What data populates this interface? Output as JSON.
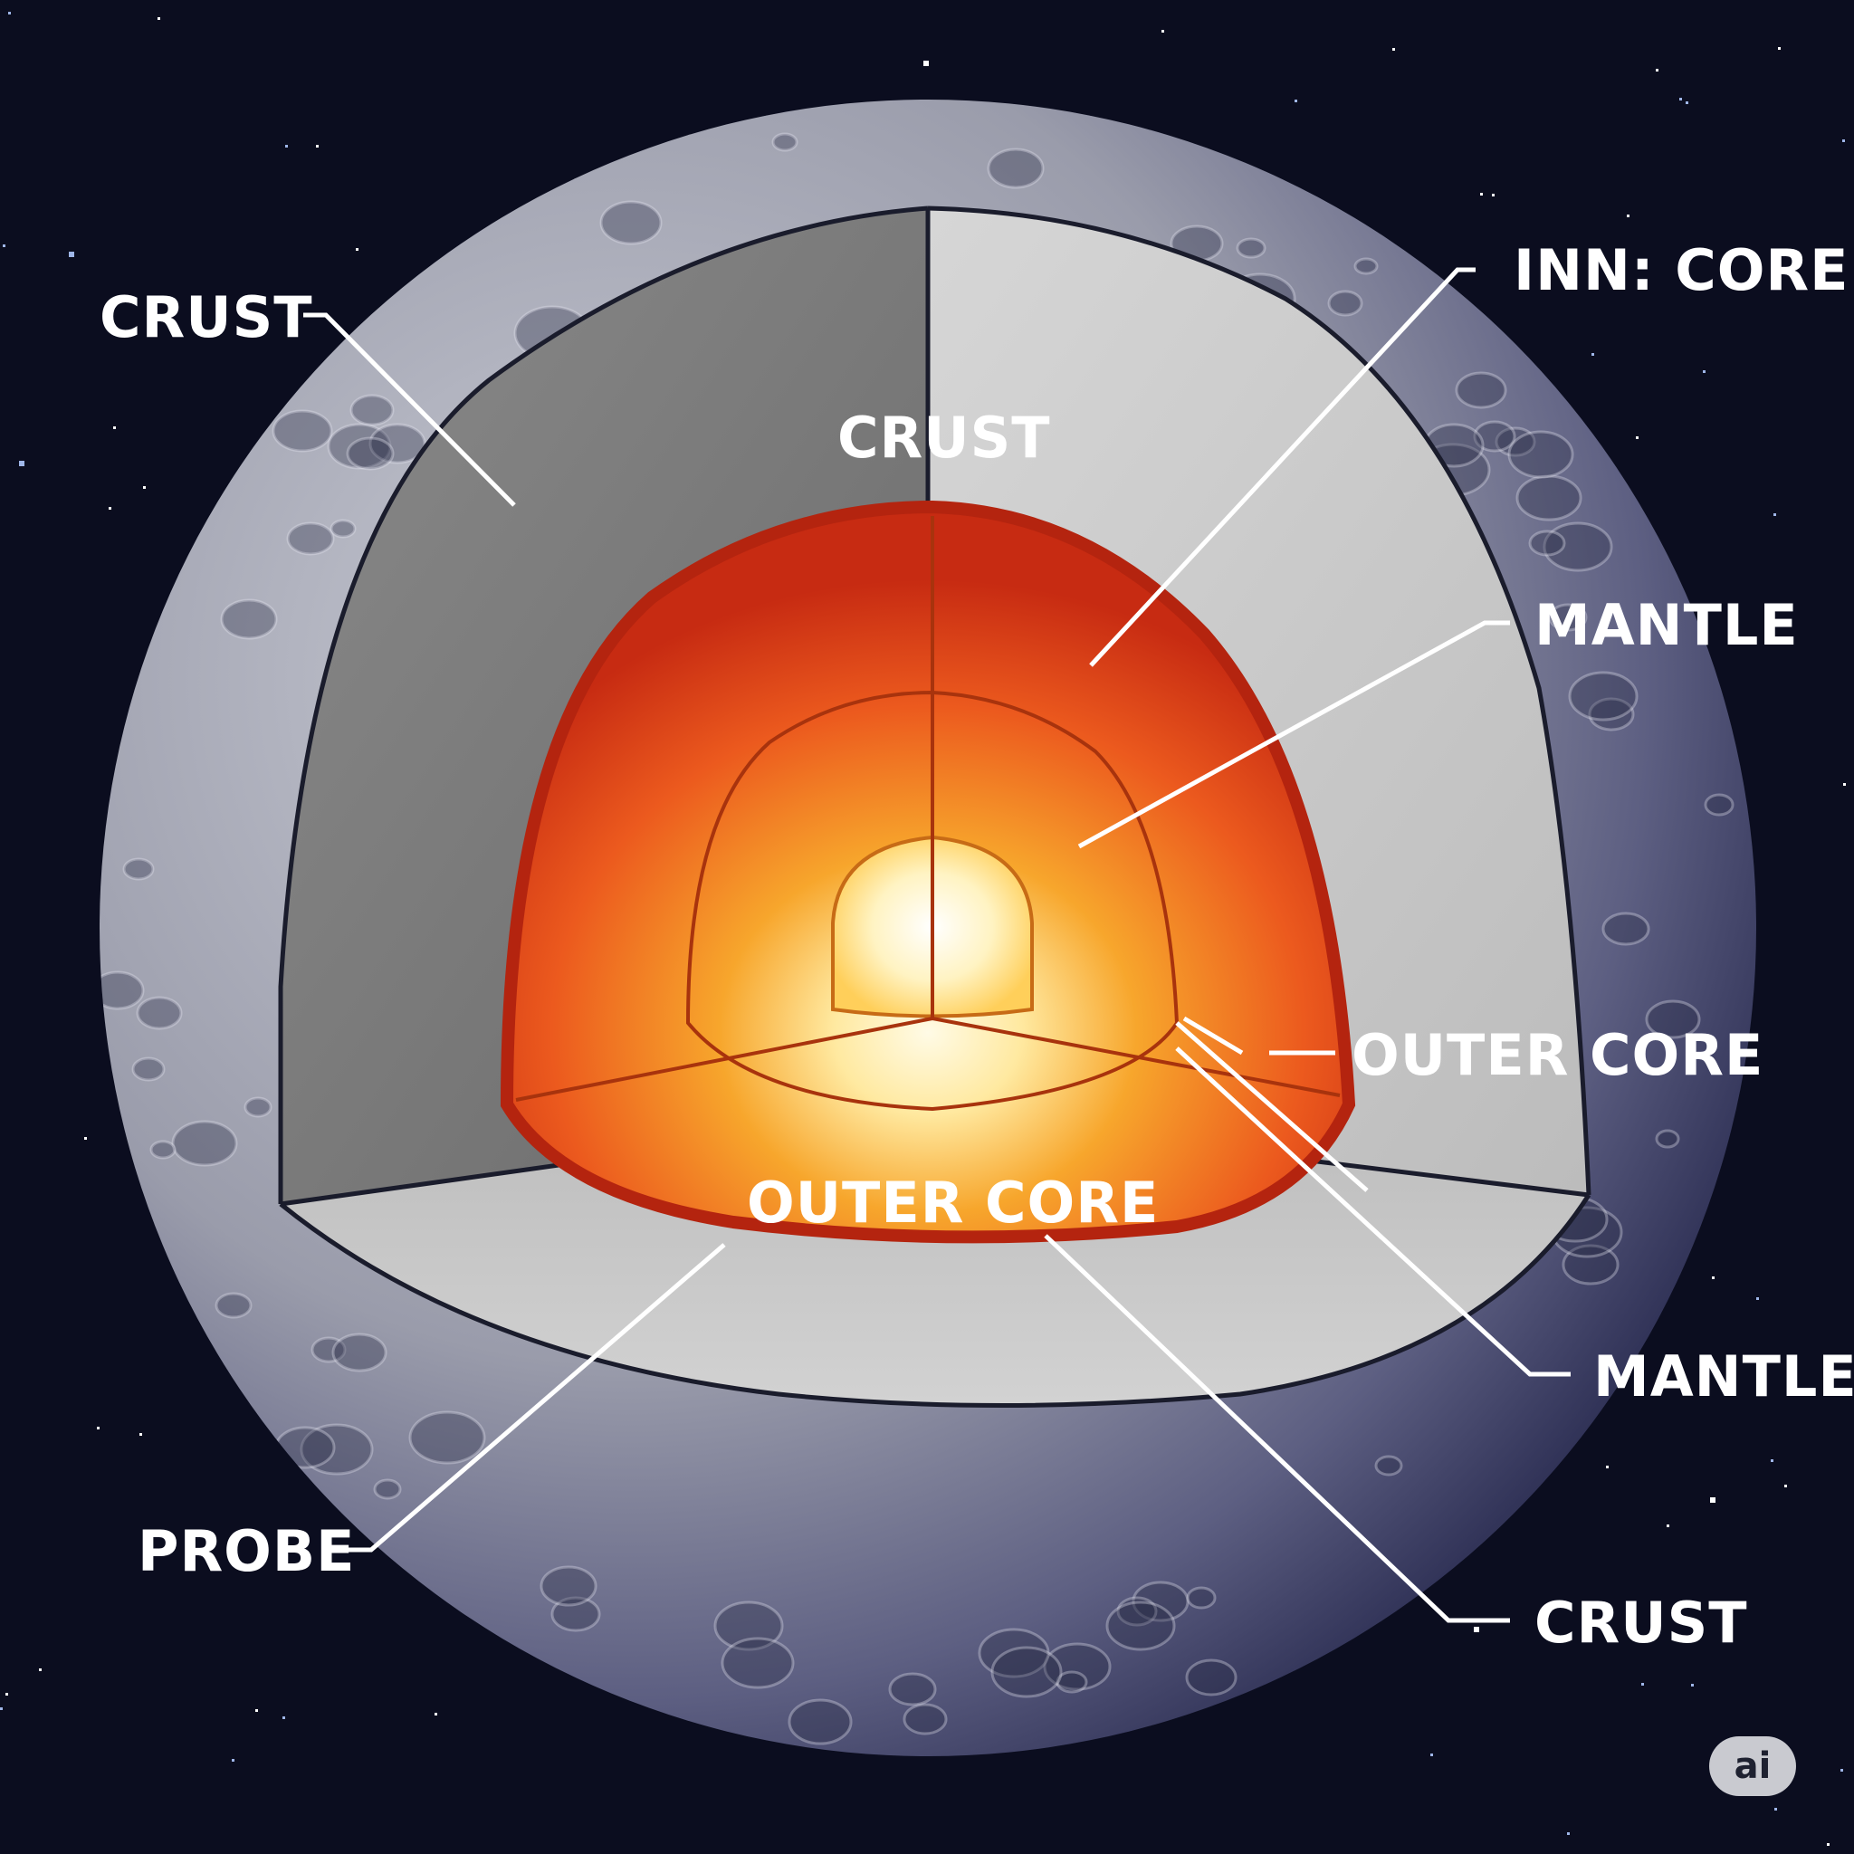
{
  "labels": {
    "crust_top_left": "CRUST",
    "crust_center": "CRUST",
    "inner_core": "INN: CORE",
    "mantle_right": "MANTLE",
    "outer_core_right": "OUTER CORE",
    "outer_core_center": "OUTER CORE",
    "mantle_lower_right": "MANTLE",
    "probe": "PROBE",
    "crust_bottom_right": "CRUST"
  },
  "badge": {
    "text": "ai"
  },
  "colors": {
    "space": "#0b0d1f",
    "moon_surface": "#9b9da8",
    "moon_shadow": "#2d2f55",
    "crust_cut": "#707070",
    "mantle_cut": "#c9c9c9",
    "core_outer": "#e0421a",
    "core_mid": "#f59a25",
    "core_inner": "#fff6d0",
    "label": "#ffffff"
  }
}
